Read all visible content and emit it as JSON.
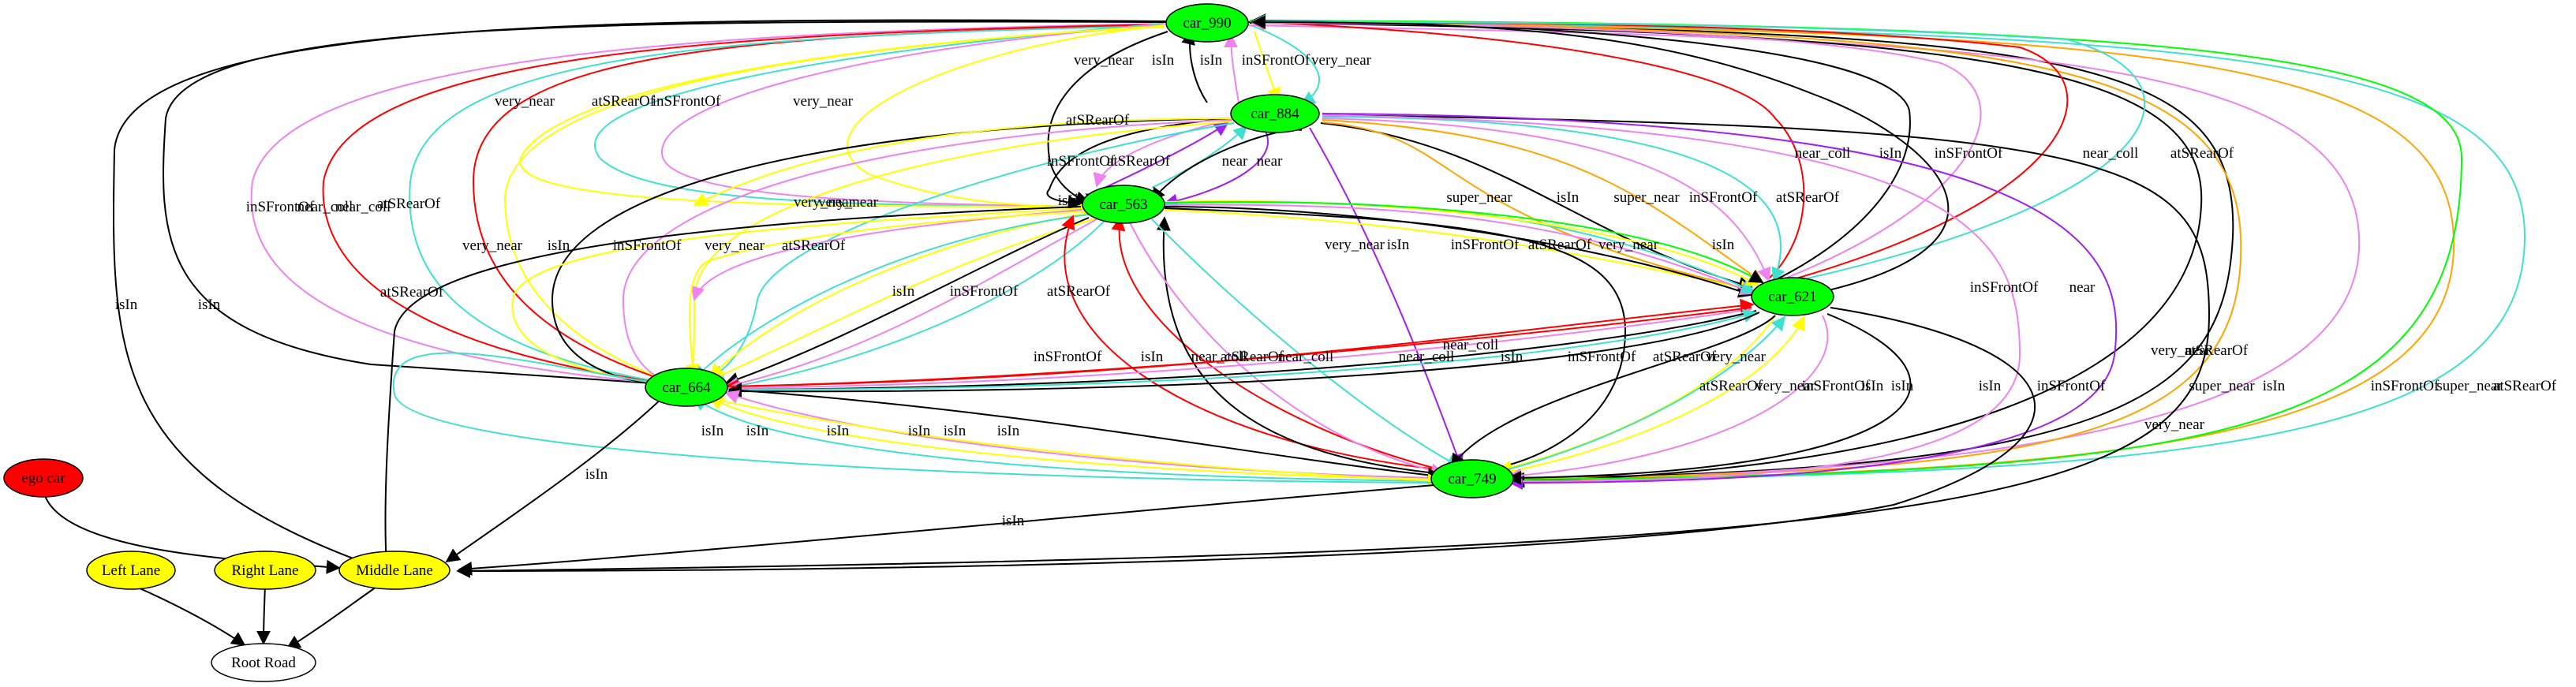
{
  "colors": {
    "node_green": "#00ff00",
    "node_yellow": "#ffff00",
    "node_red": "#ff0000",
    "node_white": "#ffffff",
    "isIn": "#000000",
    "near_coll": "#ff0000",
    "super_near": "#ffa500",
    "very_near": "#ffff00",
    "near": "#a020f0",
    "inSFrontOf": "#ee82ee",
    "atSRearOf": "#40e0d0"
  },
  "nodes": {
    "car_990": "car_990",
    "car_884": "car_884",
    "car_563": "car_563",
    "car_621": "car_621",
    "car_664": "car_664",
    "car_749": "car_749",
    "ego_car": "ego car",
    "middle_lane": "Middle Lane",
    "left_lane": "Left Lane",
    "right_lane": "Right Lane",
    "root_road": "Root Road"
  },
  "edges": [
    {
      "label": "isIn",
      "type": "isIn"
    },
    {
      "label": "isIn",
      "type": "isIn"
    },
    {
      "label": "inSFrontOf",
      "type": "inSFrontOf"
    },
    {
      "label": "near_coll",
      "type": "near_coll"
    },
    {
      "label": "near_coll",
      "type": "near_coll"
    },
    {
      "label": "atSRearOf",
      "type": "atSRearOf"
    },
    {
      "label": "very_near",
      "type": "very_near"
    },
    {
      "label": "atSRearOf",
      "type": "atSRearOf"
    },
    {
      "label": "inSFrontOf",
      "type": "inSFrontOf"
    },
    {
      "label": "very_near",
      "type": "very_near"
    },
    {
      "label": "very_near",
      "type": "very_near"
    },
    {
      "label": "isIn",
      "type": "isIn"
    },
    {
      "label": "isIn",
      "type": "isIn"
    },
    {
      "label": "inSFrontOf",
      "type": "inSFrontOf"
    },
    {
      "label": "very_near",
      "type": "very_near"
    },
    {
      "label": "atSRearOf",
      "type": "atSRearOf"
    },
    {
      "label": "isIn",
      "type": "isIn"
    },
    {
      "label": "inSFrontOf",
      "type": "inSFrontOf"
    },
    {
      "label": "atSRearOf",
      "type": "atSRearOf"
    },
    {
      "label": "near",
      "type": "near"
    },
    {
      "label": "near",
      "type": "near"
    },
    {
      "label": "isIn",
      "type": "isIn"
    },
    {
      "label": "super_near",
      "type": "super_near"
    },
    {
      "label": "isIn",
      "type": "isIn"
    },
    {
      "label": "super_near",
      "type": "super_near"
    },
    {
      "label": "inSFrontOf",
      "type": "inSFrontOf"
    },
    {
      "label": "atSRearOf",
      "type": "atSRearOf"
    },
    {
      "label": "near_coll",
      "type": "near_coll"
    },
    {
      "label": "isIn",
      "type": "isIn"
    },
    {
      "label": "inSFrontOf",
      "type": "inSFrontOf"
    },
    {
      "label": "near_coll",
      "type": "near_coll"
    },
    {
      "label": "atSRearOf",
      "type": "atSRearOf"
    },
    {
      "label": "super_near",
      "type": "super_near"
    },
    {
      "label": "isIn",
      "type": "isIn"
    },
    {
      "label": "inSFrontOf",
      "type": "inSFrontOf"
    },
    {
      "label": "super_near",
      "type": "super_near"
    },
    {
      "label": "atSRearOf",
      "type": "atSRearOf"
    },
    {
      "label": "atSRearOf",
      "type": "atSRearOf"
    },
    {
      "label": "very_near",
      "type": "very_near"
    },
    {
      "label": "isIn",
      "type": "isIn"
    },
    {
      "label": "inSFrontOf",
      "type": "inSFrontOf"
    },
    {
      "label": "very_near",
      "type": "very_near"
    },
    {
      "label": "atSRearOf",
      "type": "atSRearOf"
    },
    {
      "label": "very_near",
      "type": "very_near"
    },
    {
      "label": "very_near",
      "type": "very_near"
    },
    {
      "label": "isIn",
      "type": "isIn"
    },
    {
      "label": "inSFrontOf",
      "type": "inSFrontOf"
    },
    {
      "label": "atSRearOf",
      "type": "atSRearOf"
    },
    {
      "label": "very_near",
      "type": "very_near"
    },
    {
      "label": "isIn",
      "type": "isIn"
    },
    {
      "label": "inSFrontOf",
      "type": "inSFrontOf"
    },
    {
      "label": "atSRearOf",
      "type": "atSRearOf"
    },
    {
      "label": "very_near",
      "type": "very_near"
    },
    {
      "label": "isIn",
      "type": "isIn"
    },
    {
      "label": "inSFrontOf",
      "type": "inSFrontOf"
    },
    {
      "label": "near",
      "type": "near"
    },
    {
      "label": "near_coll",
      "type": "near_coll"
    },
    {
      "label": "inSFrontOf",
      "type": "inSFrontOf"
    },
    {
      "label": "isIn",
      "type": "isIn"
    },
    {
      "label": "near_coll",
      "type": "near_coll"
    },
    {
      "label": "atSRearOf",
      "type": "atSRearOf"
    },
    {
      "label": "near_coll",
      "type": "near_coll"
    },
    {
      "label": "near_coll",
      "type": "near_coll"
    },
    {
      "label": "isIn",
      "type": "isIn"
    },
    {
      "label": "inSFrontOf",
      "type": "inSFrontOf"
    },
    {
      "label": "atSRearOf",
      "type": "atSRearOf"
    },
    {
      "label": "very_near",
      "type": "very_near"
    },
    {
      "label": "atSRearOf",
      "type": "atSRearOf"
    },
    {
      "label": "very_near",
      "type": "very_near"
    },
    {
      "label": "inSFrontOf",
      "type": "inSFrontOf"
    },
    {
      "label": "isIn",
      "type": "isIn"
    },
    {
      "label": "isIn",
      "type": "isIn"
    },
    {
      "label": "isIn",
      "type": "isIn"
    },
    {
      "label": "inSFrontOf",
      "type": "inSFrontOf"
    },
    {
      "label": "very_near",
      "type": "very_near"
    },
    {
      "label": "atSRearOf",
      "type": "atSRearOf"
    },
    {
      "label": "very_near",
      "type": "very_near"
    },
    {
      "label": "isIn",
      "type": "isIn"
    },
    {
      "label": "isIn",
      "type": "isIn"
    },
    {
      "label": "isIn",
      "type": "isIn"
    },
    {
      "label": "isIn",
      "type": "isIn"
    },
    {
      "label": "isIn",
      "type": "isIn"
    },
    {
      "label": "isIn",
      "type": "isIn"
    },
    {
      "label": "isIn",
      "type": "isIn"
    },
    {
      "label": "isIn",
      "type": "isIn"
    }
  ]
}
